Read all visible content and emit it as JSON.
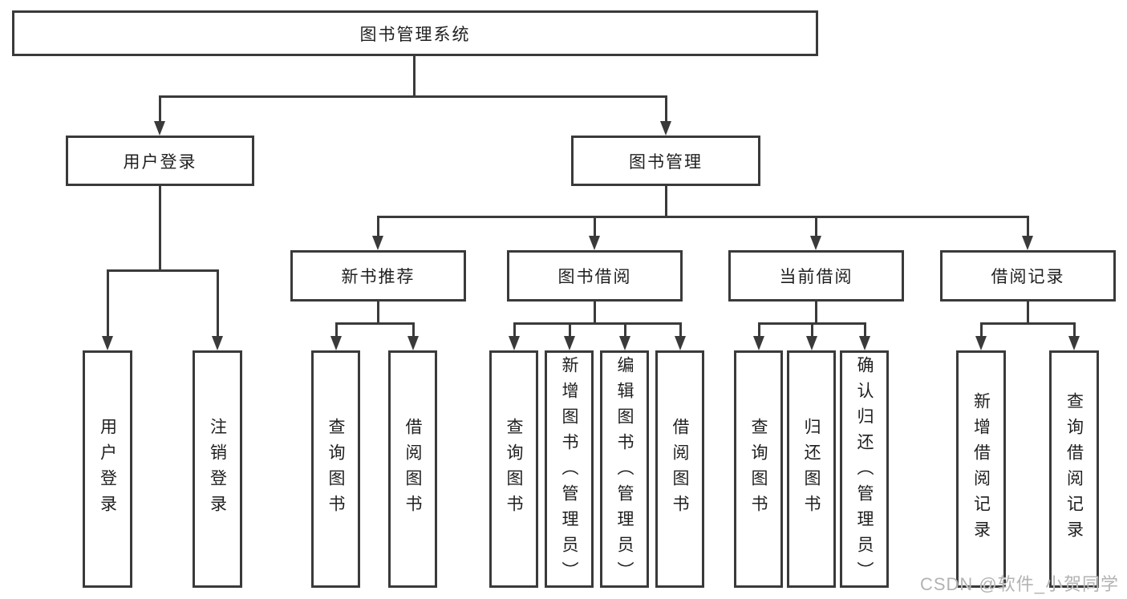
{
  "colors": {
    "line": "#3a3a3a",
    "text": "#1f1f1f",
    "background": "#ffffff",
    "watermark": "#b3b3b3"
  },
  "tree": {
    "root": {
      "label": "图书管理系统"
    },
    "branches": [
      {
        "label": "用户登录",
        "children": [
          {
            "label": "用户登录"
          },
          {
            "label": "注销登录"
          }
        ]
      },
      {
        "label": "图书管理",
        "children": [
          {
            "label": "新书推荐",
            "children": [
              {
                "label": "查询图书"
              },
              {
                "label": "借阅图书"
              }
            ]
          },
          {
            "label": "图书借阅",
            "children": [
              {
                "label": "查询图书"
              },
              {
                "label": "新增图书（管理员）"
              },
              {
                "label": "编辑图书（管理员）"
              },
              {
                "label": "借阅图书"
              }
            ]
          },
          {
            "label": "当前借阅",
            "children": [
              {
                "label": "查询图书"
              },
              {
                "label": "归还图书"
              },
              {
                "label": "确认归还（管理员）"
              }
            ]
          },
          {
            "label": "借阅记录",
            "children": [
              {
                "label": "新增借阅记录"
              },
              {
                "label": "查询借阅记录"
              }
            ]
          }
        ]
      }
    ]
  },
  "watermark": "CSDN @软件_小贺同学"
}
